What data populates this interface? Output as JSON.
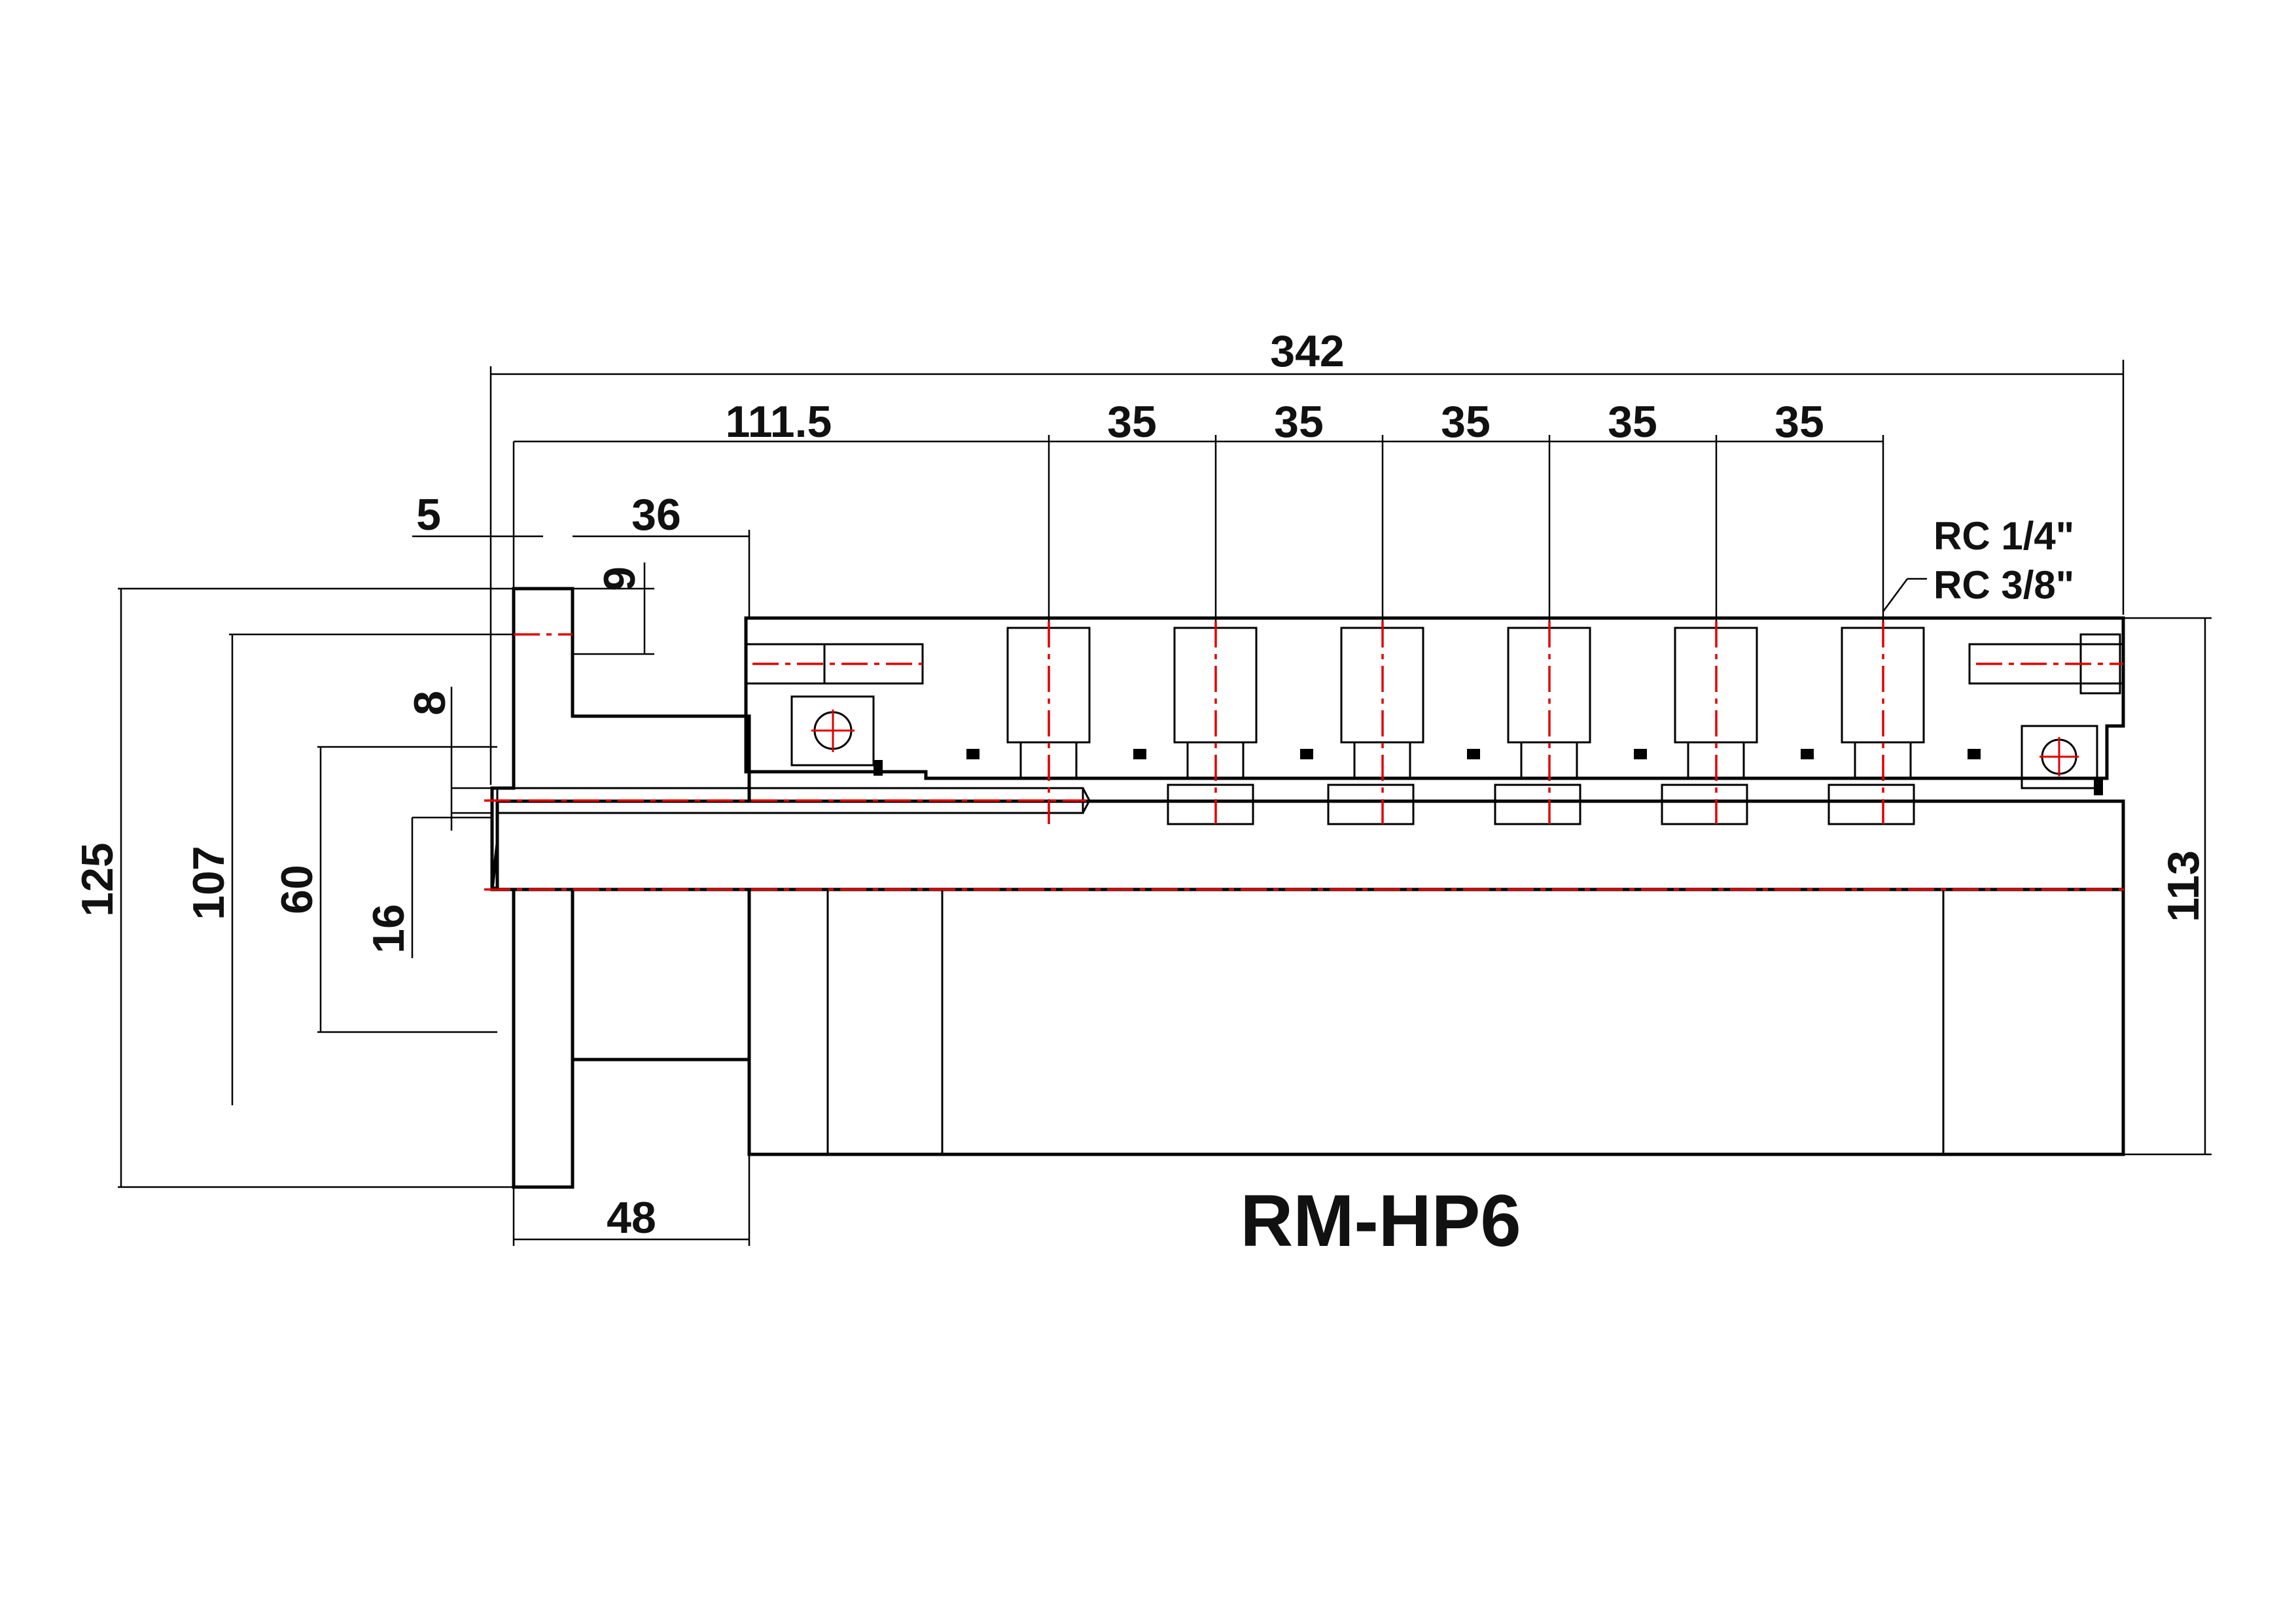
{
  "model": "RM-HP6",
  "colors": {
    "line": "#000000",
    "centerline": "#e00000",
    "background": "#ffffff"
  },
  "dimensions": {
    "overall_length": "342",
    "first_port_offset": "111.5",
    "port_pitch": [
      "35",
      "35",
      "35",
      "35",
      "35"
    ],
    "flange_gap": "5",
    "flange_to_body": "36",
    "flange_thickness": "9",
    "bore_offset": "8",
    "flange_diameter": "125",
    "pilot_diameter": "107",
    "shaft_diameter": "60",
    "channel_diameter": "16",
    "body_height": "113",
    "flange_length": "48"
  },
  "notes": {
    "port_thread_small": "RC 1/4\"",
    "port_thread_large": "RC 3/8\""
  }
}
